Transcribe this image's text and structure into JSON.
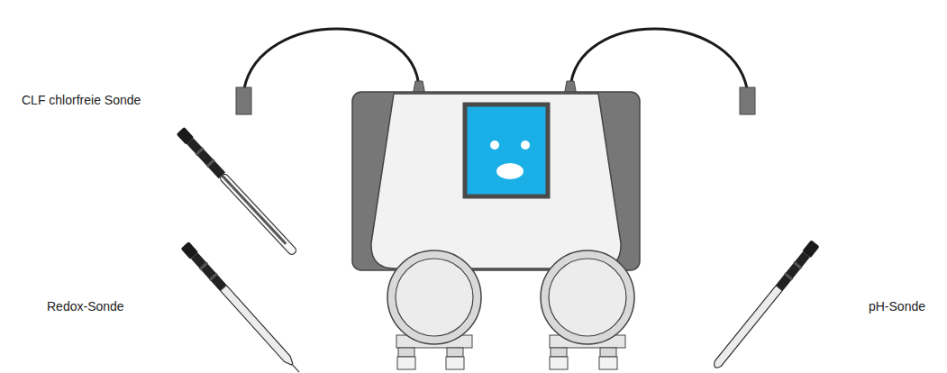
{
  "diagram": {
    "labels": [
      "CLF chlorfreie Sonde",
      "Redox-Sonde",
      "pH-Sonde"
    ]
  }
}
